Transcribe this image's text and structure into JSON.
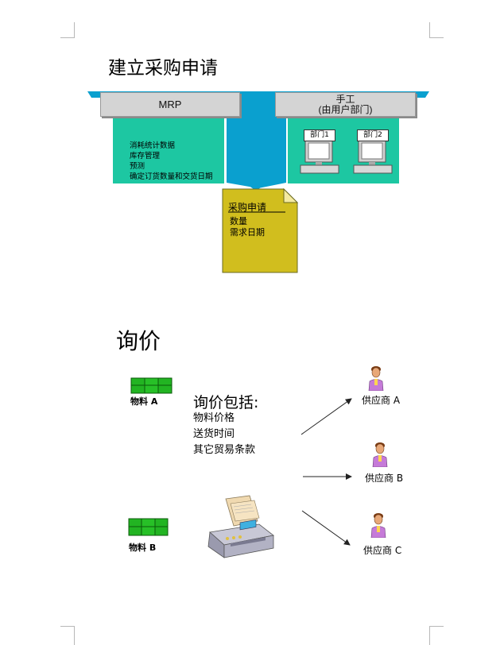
{
  "section1": {
    "title": "建立采购申请",
    "mrp_label": "MRP",
    "manual_label_line1": "手工",
    "manual_label_line2": "(由用户部门)",
    "mrp_items": [
      "消耗统计数据",
      "库存管理",
      "预测",
      "确定订货数量和交货日期"
    ],
    "departments": [
      "部门1",
      "部门2"
    ],
    "document": {
      "title": "采购申请",
      "lines": [
        "数量",
        "需求日期"
      ]
    }
  },
  "section2": {
    "title": "询价",
    "materials": [
      "物料 A",
      "物料 B"
    ],
    "includes_title": "询价包括:",
    "includes_items": [
      "物料价格",
      "送货时间",
      "其它贸易条款"
    ],
    "suppliers": [
      "供应商 A",
      "供应商 B",
      "供应商 C"
    ]
  },
  "colors": {
    "teal": "#1dc7a2",
    "blue": "#0aa0cf",
    "doc_yellow": "#d1be1e",
    "box_green": "#22b422"
  }
}
